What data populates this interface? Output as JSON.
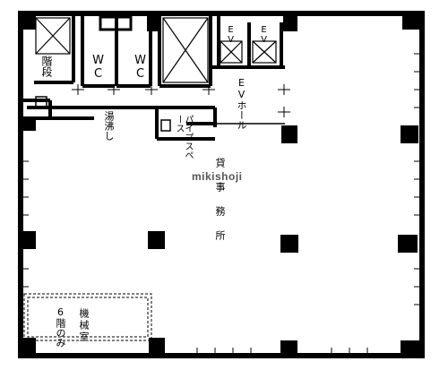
{
  "labels": {
    "stairs": "階段",
    "wc_left": "WC",
    "wc_right": "WC",
    "ev_1": "EV",
    "ev_2": "EV",
    "ev_hall": "EVホール",
    "yuwakashi": "湯沸し",
    "pipe_space": "パイプスペース",
    "office": "貸事務所",
    "machine_room": "機械室",
    "sixth_floor_only": "6階のみ"
  },
  "watermark": "mikishoji"
}
